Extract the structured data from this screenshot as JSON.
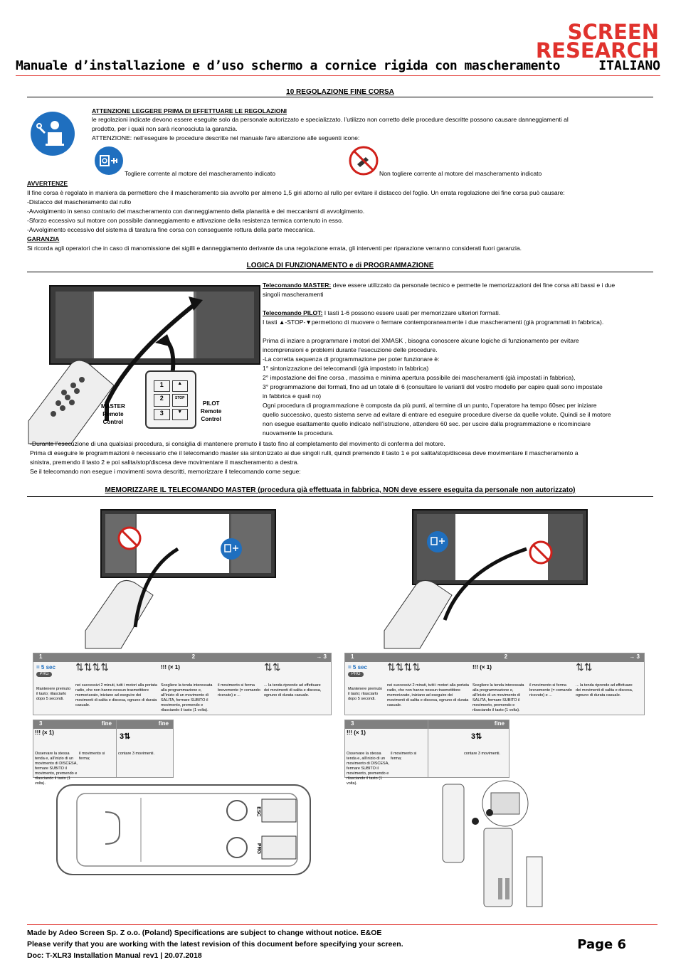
{
  "logo": {
    "line1": "SCREEN",
    "line2": "RESEARCH"
  },
  "header": {
    "title": "Manuale d’installazione e d’uso schermo a cornice rigida con mascheramento",
    "language": "ITALIANO"
  },
  "section1": {
    "title": "10 REGOLAZIONE FINE CORSA",
    "attention_heading": "ATTENZIONE LEGGERE PRIMA DI EFFETTUARE LE REGOLAZIONI",
    "attention_text1": "le regolazioni indicate devono essere eseguite solo da personale autorizzato e specializzato. l’utilizzo non corretto delle procedure  descritte possono causare danneggiamenti al",
    "attention_text2": "prodotto, per i quali non sarà riconosciuta la garanzia.",
    "attention_text3": "ATTENZIONE: nell’eseguire le procedure descritte nel manuale fare attenzione alle seguenti icone:",
    "icon1_label": "Togliere corrente al motore del mascheramento indicato",
    "icon2_label": "Non togliere corrente al motore del mascheramento indicato",
    "warnings_heading": "AVVERTENZE",
    "warnings": [
      "Il fine corsa è regolato in maniera da permettere che il mascheramento sia avvolto per almeno 1,5 giri attorno al rullo per evitare il distacco del foglio. Un errata regolazione dei fine corsa può causare:",
      "-Distacco del mascheramento dal rullo",
      "-Avvolgimento in senso contrario del mascheramento con danneggiamento della planarità e dei meccanismi di avvolgimento.",
      "-Sforzo eccessivo sul motore con possibile danneggiamento e attivazione della resistenza termica contenuto in esso.",
      "-Avvolgimento eccessivo del sistema di taratura fine corsa con conseguente rottura della parte meccanica."
    ],
    "warranty_heading": "GARANZIA",
    "warranty_text": "Si ricorda agli operatori che in caso di manomissione dei sigilli e danneggiamento derivante da una regolazione errata, gli interventi per riparazione verranno considerati fuori garanzia."
  },
  "section2": {
    "title": "LOGICA DI FUNZIONAMENTO e di PROGRAMMAZIONE",
    "master_label": "Telecomando MASTER:",
    "master_text1": " deve essere utilizzato da personale tecnico e permette le memorizzazioni dei fine corsa alti bassi e i due",
    "master_text2": "singoli  mascheramenti",
    "pilot_label": "Telecomando PILOT:",
    "pilot_text": " I tasti 1-6 possono essere usati per memorizzare ulteriori formati.",
    "pilot_text2": "I tasti ▲-STOP-▼permettono di muovere o fermare contemporaneamente i due mascheramenti (già programmati in fabbrica).",
    "intro1": "Prima di inziare a programmare i motori del XMASK , bisogna conoscere alcune logiche di funzionamento per evitare",
    "intro2": "incomprensioni e problemi durante l’esecuzione delle procedure.",
    "intro3": "-La corretta sequenza di programmazione per poter funzionare è:",
    "step1": "1° sintonizzazione dei telecomandi (già impostato in fabbrica)",
    "step2": "2° impostazione dei fine corsa , massima e minima apertura possibile dei mascheramenti (già impostati in fabbrica),",
    "step3": "3° programmazione dei formati, fino ad un totale di 6 (consultare le varianti del vostro modello per capire quali sono impostate",
    "step3b": "in fabbrica e quali no)",
    "proc1": "Ogni procedura di programmazione è composta da più punti, al termine di un punto, l’operatore ha tempo 60sec per iniziare",
    "proc2": "quello successivo, questo sistema serve ad evitare di entrare ed eseguire procedure diverse da quelle volute. Quindi se il motore",
    "proc3": "non esegue esattamente quello indicato nell’istruzione, attendere 60 sec. per uscire dalla programmazione e ricominciare",
    "proc4": "nuovamente la procedura.",
    "full1": "-Durante l’esecuzione di una qualsiasi procedura, si consiglia di mantenere premuto il tasto fino al completamento del movimento di conferma del motore.",
    "full2": "Prima di eseguire le programmazioni è necessario che il telecomando master sia sintonizzato ai due singoli rulli, quindi premendo il tasto 1 e poi salita/stop/discesa deve movimentare il mascheramento a",
    "full3": "sinistra, premendo il tasto 2 e poi salita/stop/discesa deve movimentare il mascheramento a destra.",
    "full4": "Se il telecomando non esegue i movimenti sovra descritti, memorizzare il telecomando come segue:",
    "master_remote_label1": "MASTER",
    "master_remote_label2": "Remote",
    "master_remote_label3": "Control",
    "pilot_remote_label1": "PILOT",
    "pilot_remote_label2": "Remote",
    "pilot_remote_label3": "Control",
    "pilot_keys": [
      "1",
      "▲",
      "2",
      "STOP",
      "3",
      "▼"
    ]
  },
  "section3": {
    "title": "MEMORIZZARE IL TELECOMANDO MASTER (procedura già effettuata in fabbrica, NON deve essere eseguita da personale non autorizzato)"
  },
  "steps": {
    "s1_num": "1",
    "s2_num": "2",
    "s3_num": "3",
    "to3": "→ 3",
    "fine": "fine",
    "sec": "= 5 sec",
    "prg": "PRG",
    "x1": "!!! (× 1)",
    "t1a": "Mantenere premuto il tasto; rilasciarlo dopo 5 secondi.",
    "t1b": "nei successivi 2 minuti, tutti i motori alla portata radio, che non hanno nessun trasmettitore memorizzato, iniziano ad eseguire dei movimenti di salita e discesa, ognuno di durata casuale.",
    "t2a": "Scegliere la tenda interessata alla programmazione e, all’inizio di un movimento di SALITA, fermare SUBITO il movimento, premendo e rilasciando il tasto (1 volta).",
    "t2b": "il movimento si ferma brevemente (= comando ricevuto) e ...",
    "t2c": "... la tenda riprende ad effettuare dei movimenti di salita e discesa, ognuno di durata casuale.",
    "t3a": "Osservare la stessa tenda e, all’inizio di un movimento di DISCESA, fermare SUBITO il movimento, premendo e rilasciando il tasto (1 volta).",
    "t3b": "il movimento si ferma;",
    "t3c": "contare 3 movimenti.",
    "stop": "STOP",
    "esc": "ESC"
  },
  "footer": {
    "line1": "Made by Adeo Screen Sp. Z o.o. (Poland) Specifications are subject to change without notice. E&OE",
    "line2": "Please verify that you are working with the latest revision of this document before specifying your screen.",
    "line3": "Doc: T-XLR3 Installation Manual rev1 | 20.07.2018",
    "page": "Page 6"
  },
  "colors": {
    "brand_red": "#e0322d",
    "icon_blue": "#1f6fbf",
    "prohibit_red": "#d0201a"
  }
}
